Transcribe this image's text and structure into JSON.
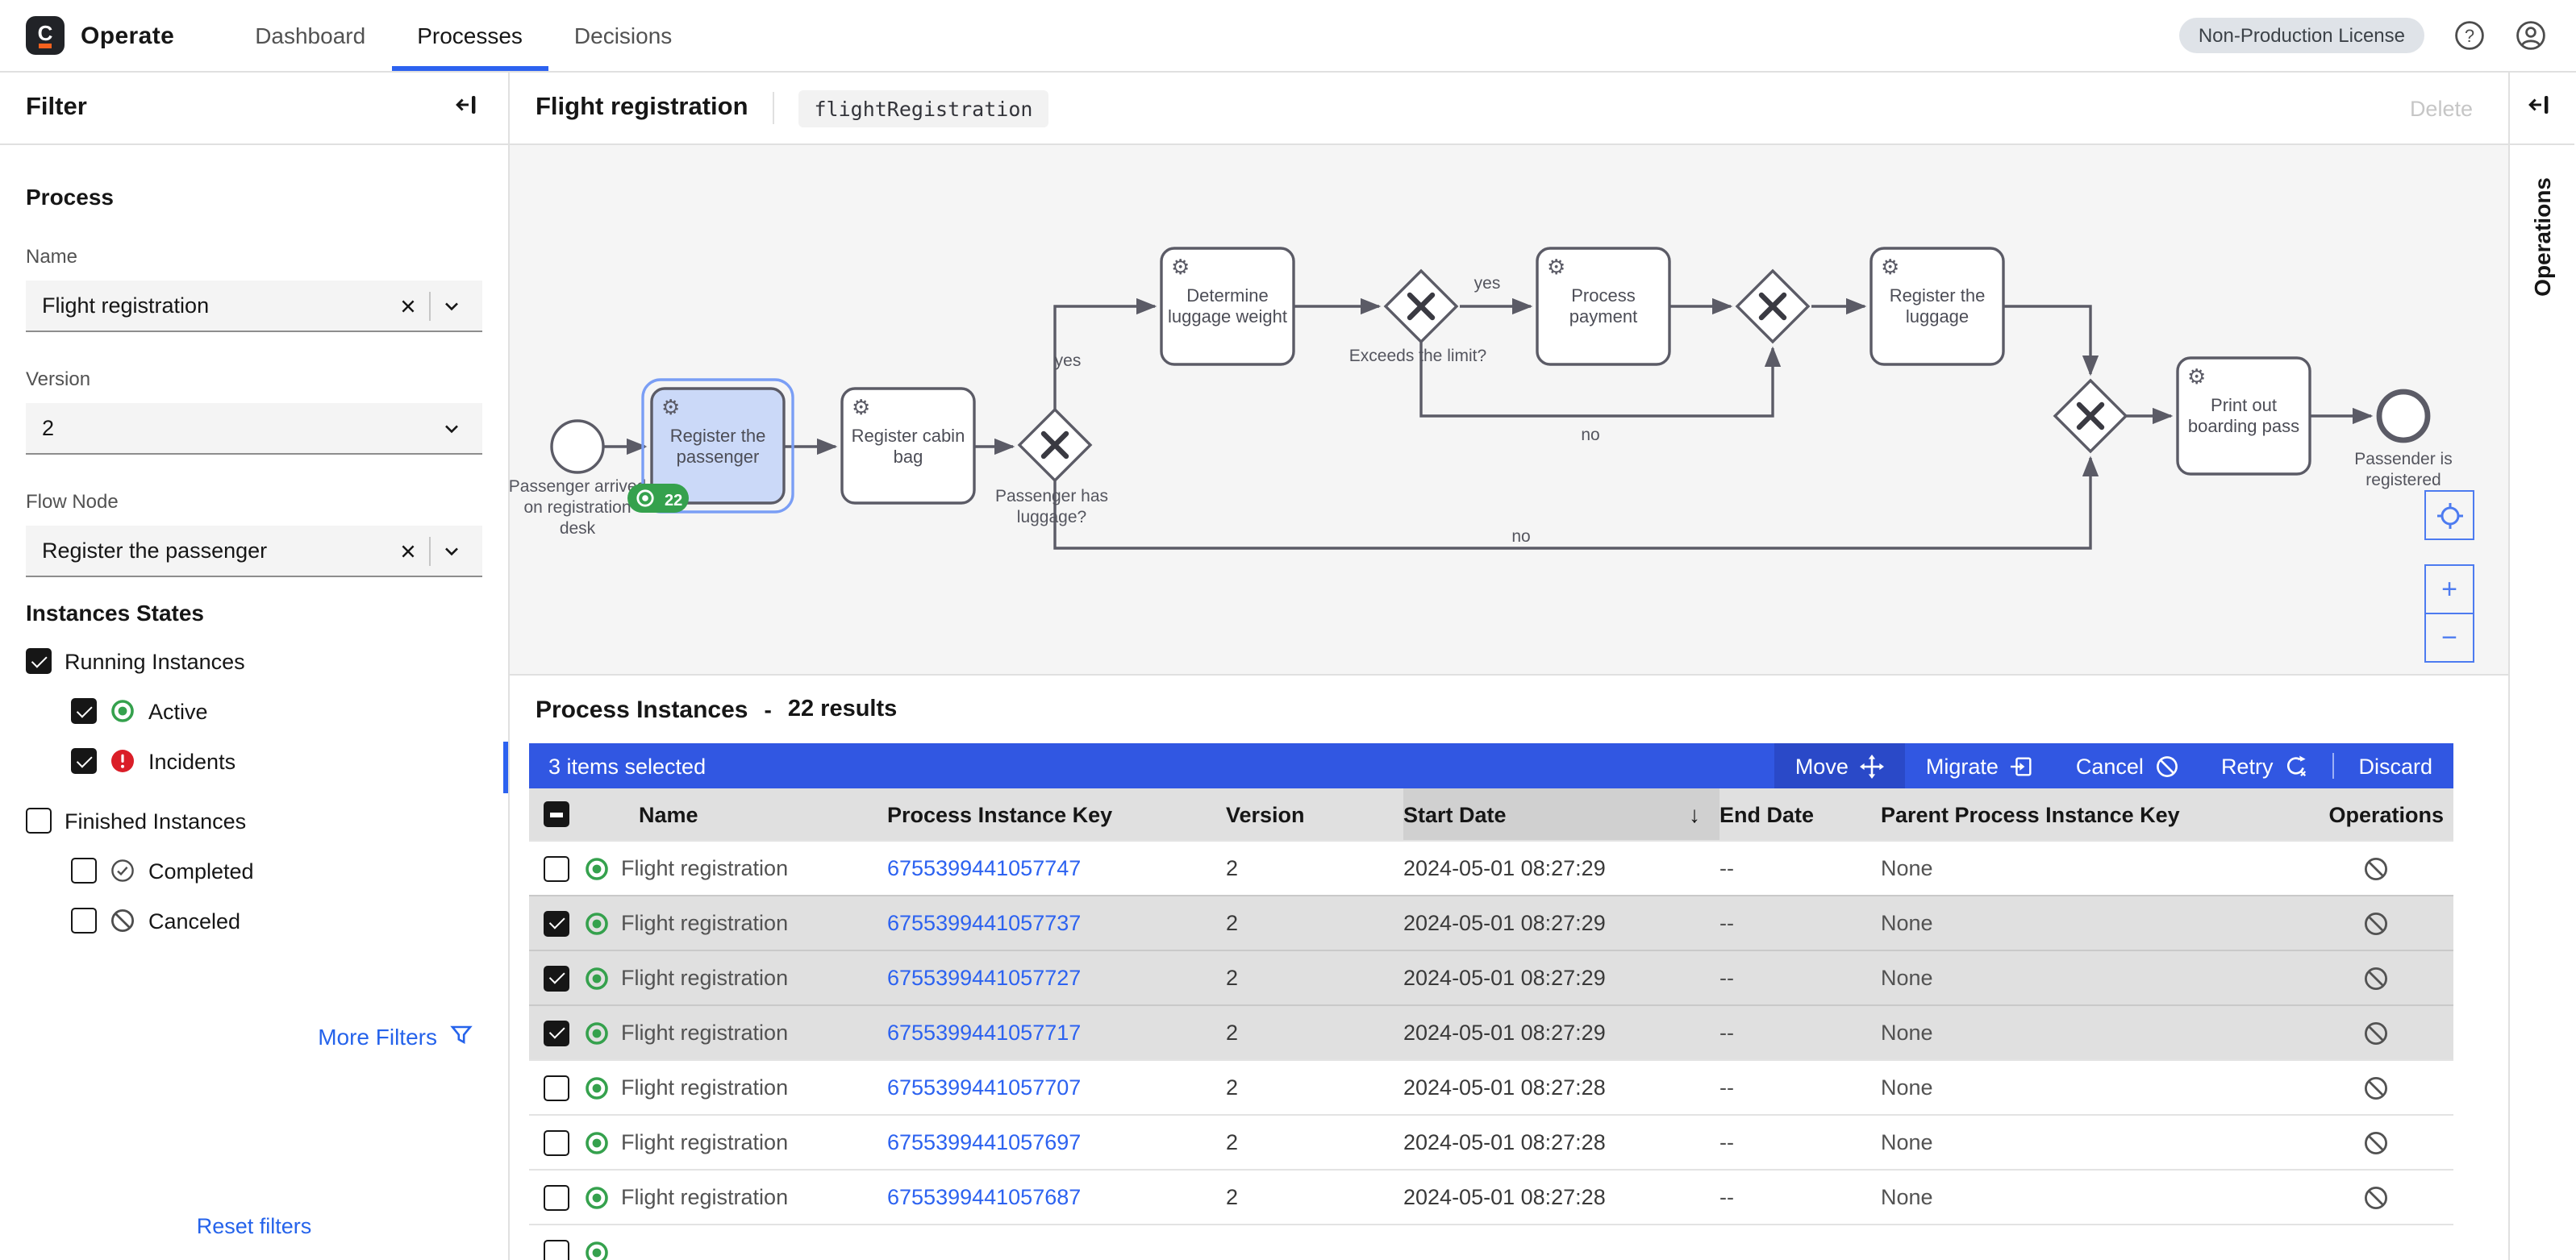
{
  "colors": {
    "accent_blue": "#2c62f0",
    "bulk_bar_blue": "#3157e2",
    "active_green": "#35a14d",
    "incident_red": "#da1e28",
    "selection_fill": "#cbd9f8"
  },
  "header": {
    "logo_letter": "C",
    "app_name": "Operate",
    "nav": [
      {
        "label": "Dashboard",
        "active": false
      },
      {
        "label": "Processes",
        "active": true
      },
      {
        "label": "Decisions",
        "active": false
      }
    ],
    "license_badge": "Non-Production License"
  },
  "sidebar": {
    "title": "Filter",
    "process_section": {
      "title": "Process",
      "name_label": "Name",
      "name_value": "Flight registration",
      "version_label": "Version",
      "version_value": "2",
      "flow_node_label": "Flow Node",
      "flow_node_value": "Register the passenger"
    },
    "states_section": {
      "title": "Instances States",
      "items": [
        {
          "label": "Running Instances",
          "checked": true,
          "icon": null
        },
        {
          "label": "Active",
          "checked": true,
          "icon": "active"
        },
        {
          "label": "Incidents",
          "checked": true,
          "icon": "incident"
        },
        {
          "label": "Finished Instances",
          "checked": false,
          "icon": null
        },
        {
          "label": "Completed",
          "checked": false,
          "icon": "completed"
        },
        {
          "label": "Canceled",
          "checked": false,
          "icon": "canceled"
        }
      ]
    },
    "more_filters_label": "More Filters",
    "reset_label": "Reset filters"
  },
  "process_panel": {
    "title": "Flight registration",
    "process_id": "flightRegistration",
    "delete_label": "Delete"
  },
  "diagram": {
    "gear_icon": "⚙",
    "start_event": {
      "lines": [
        "Passenger arrived",
        "on registration",
        "desk"
      ]
    },
    "tasks": [
      {
        "id": "register-passenger",
        "lines": [
          "Register the",
          "passenger"
        ],
        "selected": true,
        "badge": "22"
      },
      {
        "id": "register-cabin-bag",
        "lines": [
          "Register cabin",
          "bag"
        ]
      },
      {
        "id": "determine-luggage-weight",
        "lines": [
          "Determine",
          "luggage weight"
        ]
      },
      {
        "id": "process-payment",
        "lines": [
          "Process",
          "payment"
        ]
      },
      {
        "id": "register-luggage",
        "lines": [
          "Register the",
          "luggage"
        ]
      },
      {
        "id": "print-boarding-pass",
        "lines": [
          "Print out",
          "boarding pass"
        ]
      }
    ],
    "gateway_labels": [
      {
        "lines": [
          "Passenger has",
          "luggage?"
        ]
      },
      {
        "lines": [
          "Exceeds the limit?"
        ]
      }
    ],
    "edge_labels": {
      "gw1_yes": "yes",
      "gw2_yes": "yes",
      "gw2_no": "no",
      "gw1_no": "no"
    },
    "end_event": {
      "lines": [
        "Passender is",
        "registered"
      ]
    },
    "controls": {
      "zoom_in": "+",
      "zoom_out": "−"
    }
  },
  "instances": {
    "title": "Process Instances",
    "separator": "-",
    "result_count": "22 results",
    "selected_text": "3 items selected",
    "sort_indicator": "↓",
    "actions": {
      "move": "Move",
      "migrate": "Migrate",
      "cancel": "Cancel",
      "retry": "Retry",
      "discard": "Discard"
    },
    "columns": [
      "Name",
      "Process Instance Key",
      "Version",
      "Start Date",
      "End Date",
      "Parent Process Instance Key",
      "Operations"
    ],
    "rows": [
      {
        "checked": false,
        "name": "Flight registration",
        "key": "6755399441057747",
        "version": "2",
        "start": "2024-05-01 08:27:29",
        "end": "--",
        "parent": "None"
      },
      {
        "checked": true,
        "name": "Flight registration",
        "key": "6755399441057737",
        "version": "2",
        "start": "2024-05-01 08:27:29",
        "end": "--",
        "parent": "None"
      },
      {
        "checked": true,
        "name": "Flight registration",
        "key": "6755399441057727",
        "version": "2",
        "start": "2024-05-01 08:27:29",
        "end": "--",
        "parent": "None"
      },
      {
        "checked": true,
        "name": "Flight registration",
        "key": "6755399441057717",
        "version": "2",
        "start": "2024-05-01 08:27:29",
        "end": "--",
        "parent": "None"
      },
      {
        "checked": false,
        "name": "Flight registration",
        "key": "6755399441057707",
        "version": "2",
        "start": "2024-05-01 08:27:28",
        "end": "--",
        "parent": "None"
      },
      {
        "checked": false,
        "name": "Flight registration",
        "key": "6755399441057697",
        "version": "2",
        "start": "2024-05-01 08:27:28",
        "end": "--",
        "parent": "None"
      },
      {
        "checked": false,
        "name": "Flight registration",
        "key": "6755399441057687",
        "version": "2",
        "start": "2024-05-01 08:27:28",
        "end": "--",
        "parent": "None"
      }
    ]
  },
  "operations_panel": {
    "title": "Operations"
  }
}
